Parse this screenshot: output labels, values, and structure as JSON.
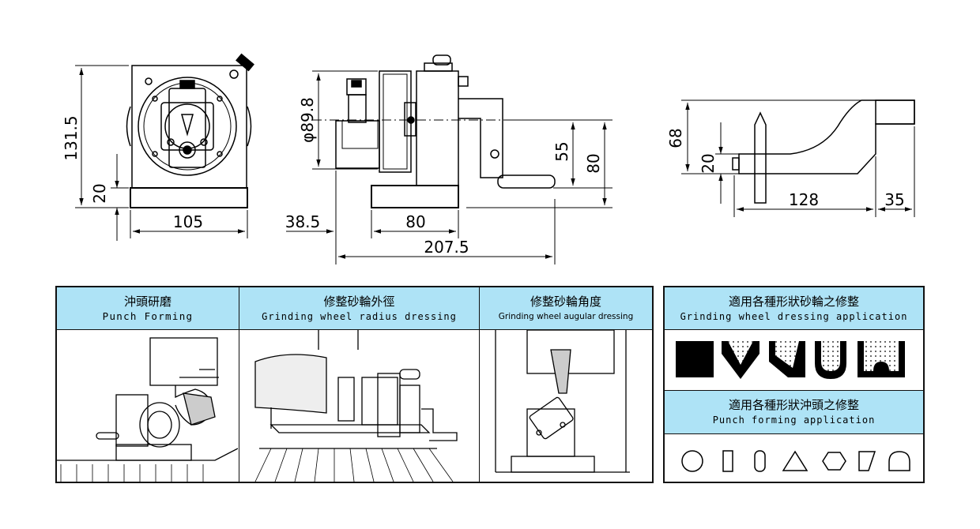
{
  "dimensions": {
    "front_height": "131.5",
    "front_base": "20",
    "front_width": "105",
    "side_diameter": "φ89.8",
    "side_left": "38.5",
    "side_base": "80",
    "side_total": "207.5",
    "side_h55": "55",
    "side_h80": "80",
    "arm_h68": "68",
    "arm_h20": "20",
    "arm_len": "128",
    "arm_tip": "35"
  },
  "panels": [
    {
      "title_cn": "沖頭研磨",
      "title_en": "Punch Forming",
      "image": "punch-forming-photo"
    },
    {
      "title_cn": "修整砂輪外徑",
      "title_en": "Grinding wheel radius dressing",
      "image": "wheel-radius-dressing-photo"
    },
    {
      "title_cn": "修整砂輪角度",
      "title_en": "Grinding wheel augular dressing",
      "image": "wheel-angular-dressing-photo"
    }
  ],
  "applications": {
    "wheel": {
      "title_cn": "適用各種形狀砂輪之修整",
      "title_en": "Grinding wheel dressing application",
      "shapes": [
        "flat-u-profile",
        "v-profile",
        "offset-v-profile",
        "round-u-profile",
        "w-profile"
      ]
    },
    "punch": {
      "title_cn": "適用各種形狀沖頭之修整",
      "title_en": "Punch forming application",
      "shapes": [
        "circle",
        "rectangle",
        "slot",
        "triangle",
        "hexagon",
        "trapezoid",
        "d-shape"
      ]
    }
  }
}
